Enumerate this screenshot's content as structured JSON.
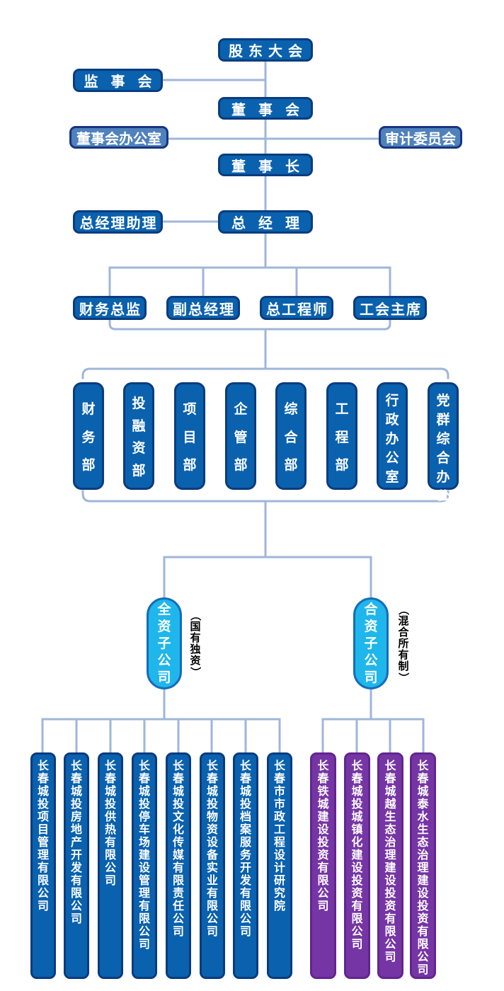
{
  "colors": {
    "node_dark_blue": "#0A61AE",
    "node_border_navy": "#0A3C7E",
    "node_medium_blue": "#4F81BD",
    "subsidiary_cyan": "#1FB6EC",
    "subsidiary_purple": "#7635A5",
    "connector_line": "#9FB6D9",
    "background": "#FFFFFF"
  },
  "governance": {
    "shareholders_meeting": "股东大会",
    "supervisory_board": "监事会",
    "board_of_directors": "董事会",
    "board_office": "董事会办公室",
    "audit_committee": "审计委员会",
    "chairman": "董事长",
    "gm_assistant": "总经理助理",
    "general_manager": "总经理"
  },
  "executives": [
    "财务总监",
    "副总经理",
    "总工程师",
    "工会主席"
  ],
  "departments": [
    "财务部",
    "投融资部",
    "项目部",
    "企管部",
    "综合部",
    "工程部",
    "行政办公室",
    "党群综合办公室"
  ],
  "subsidiary_groups": [
    {
      "label": "全资子公司",
      "note": "（国有独资）",
      "companies": [
        "长春城投项目管理有限公司",
        "长春城投房地产开发有限公司",
        "长春城投供热有限公司",
        "长春城投停车场建设管理有限公司",
        "长春城投文化传媒有限责任公司",
        "长春城投物资设备实业有限公司",
        "长春城投档案服务开发有限公司",
        "长春市市政工程设计研究院"
      ]
    },
    {
      "label": "合资子公司",
      "note": "（混合所有制）",
      "companies": [
        "长春铁城建设投资有限公司",
        "长春城投城镇化建设投资有限公司",
        "长春城越生态治理建设投资有限公司",
        "长春城泰水生态治理建设投资有限公司"
      ]
    }
  ]
}
